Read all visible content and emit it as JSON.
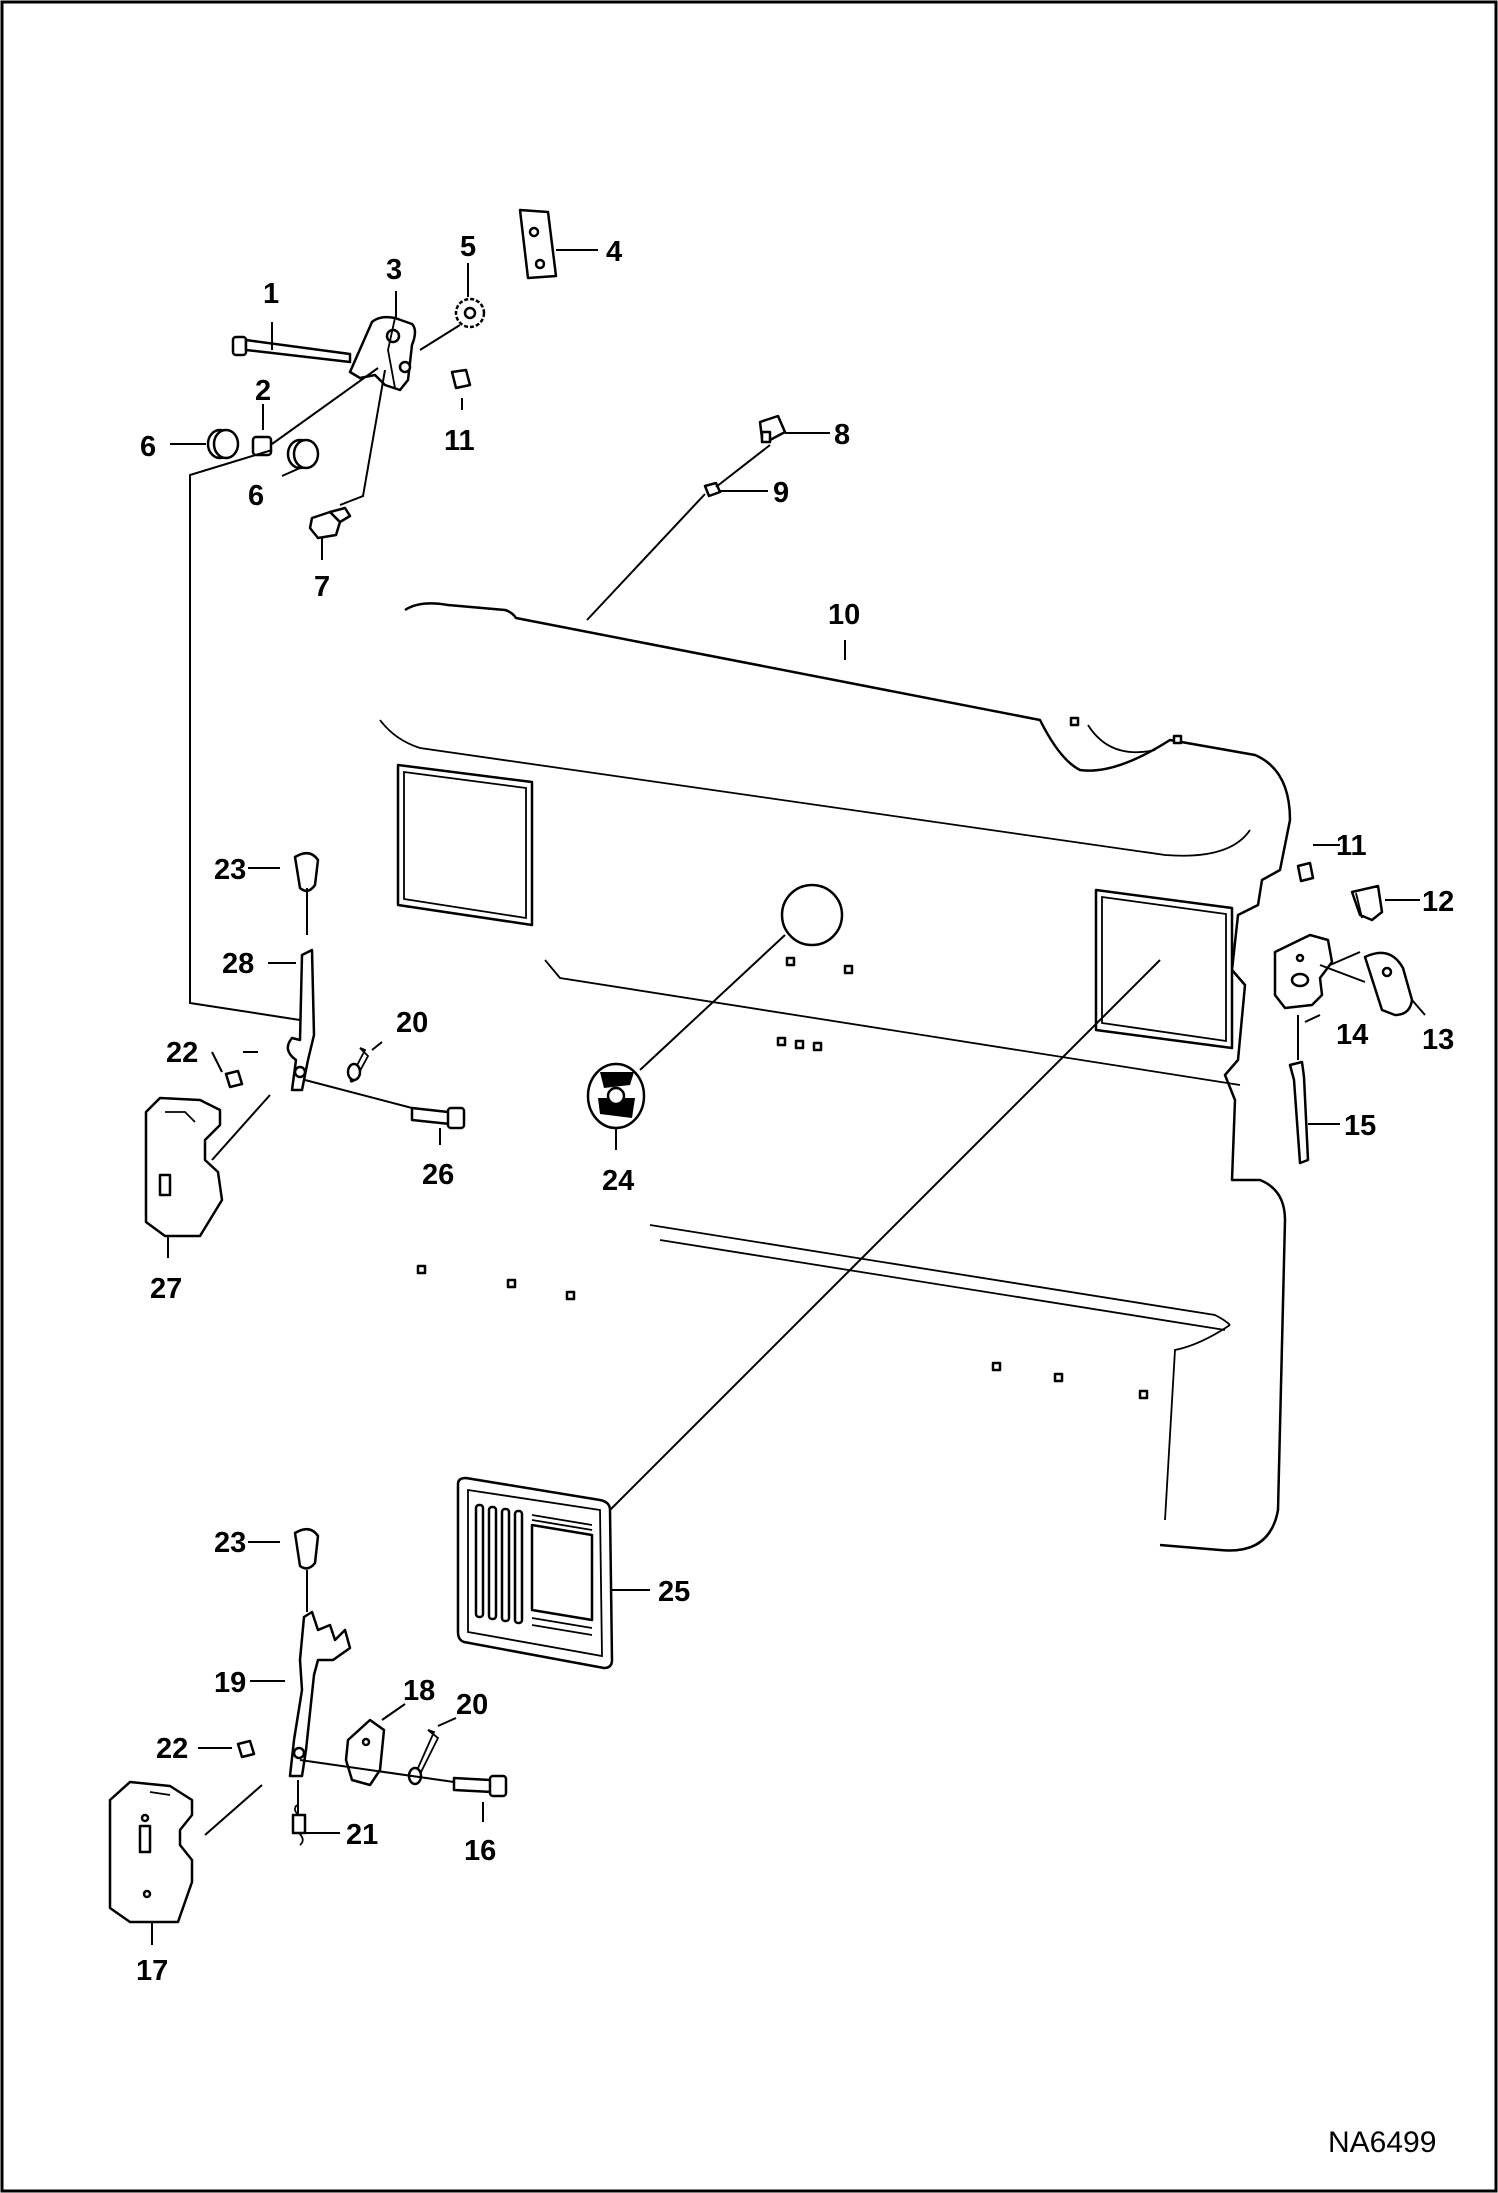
{
  "figure": {
    "id": "NA6499"
  },
  "callouts": [
    "1",
    "2",
    "3",
    "4",
    "5",
    "6",
    "6",
    "7",
    "8",
    "9",
    "10",
    "11",
    "11",
    "12",
    "13",
    "14",
    "15",
    "16",
    "17",
    "18",
    "19",
    "20",
    "20",
    "21",
    "22",
    "22",
    "23",
    "23",
    "24",
    "25",
    "26",
    "27",
    "28"
  ]
}
